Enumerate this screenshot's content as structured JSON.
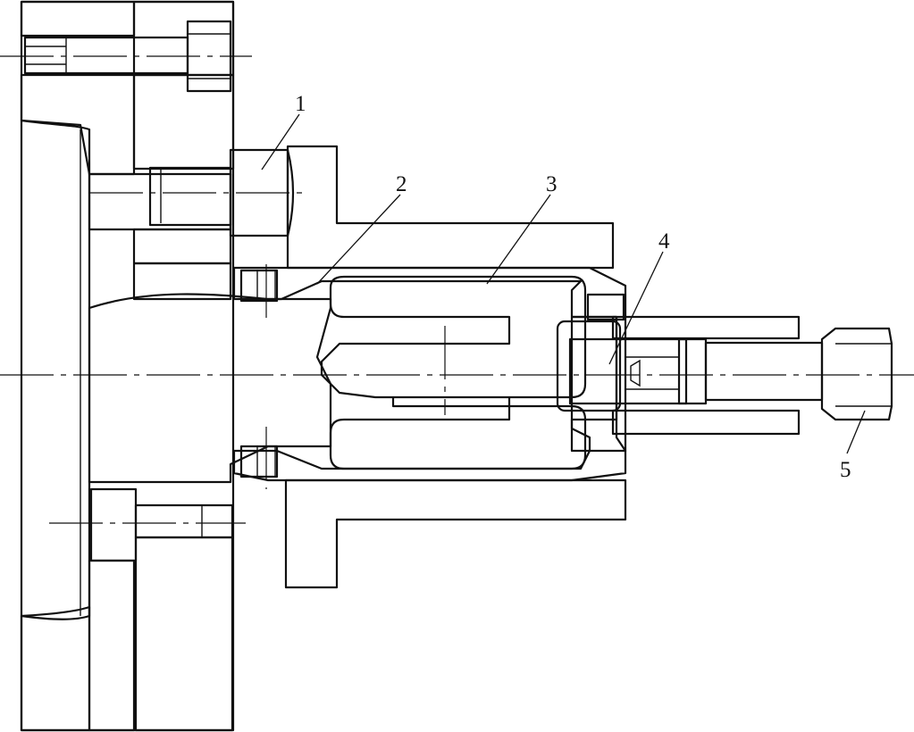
{
  "diagram": {
    "labels": [
      {
        "id": "part-1",
        "text": "1"
      },
      {
        "id": "part-2",
        "text": "2"
      },
      {
        "id": "part-3",
        "text": "3"
      },
      {
        "id": "part-4",
        "text": "4"
      },
      {
        "id": "part-5",
        "text": "5"
      }
    ],
    "colors": {
      "ink": "#111111",
      "paper": "#ffffff"
    }
  }
}
